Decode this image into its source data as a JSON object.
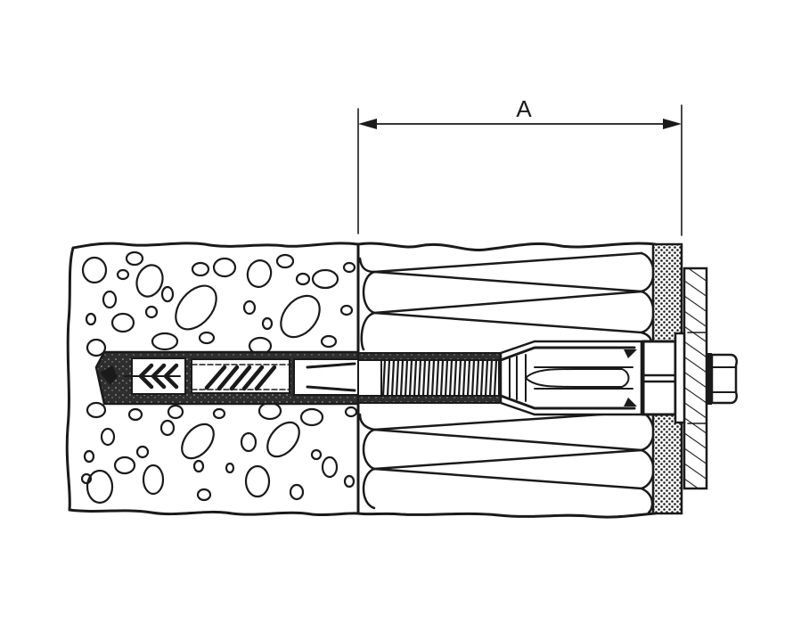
{
  "diagram": {
    "type": "technical cross-section drawing",
    "subject": "insulation anchor / fixing through thermal insulation into concrete substrate",
    "dimension": {
      "label": "A",
      "description": "distance from concrete surface to outer face of render layer"
    },
    "layers": [
      {
        "name": "concrete substrate",
        "pattern": "aggregate pebbles"
      },
      {
        "name": "insulation layer",
        "pattern": "zig-zag mineral wool"
      },
      {
        "name": "render layer",
        "pattern": "dotted fill"
      },
      {
        "name": "fixture plate",
        "pattern": "diagonal hatch"
      }
    ],
    "components": [
      {
        "name": "plastic expansion sleeve",
        "location": "drilled hole in concrete"
      },
      {
        "name": "threaded rod",
        "location": "through insulation"
      },
      {
        "name": "spreading cone sleeve",
        "location": "outer end of insulation"
      },
      {
        "name": "spacer / washer",
        "location": "at render surface"
      },
      {
        "name": "hex nut",
        "location": "outside fixture plate"
      }
    ],
    "colors": {
      "ink": "#1a1a1a",
      "background": "#ffffff",
      "sleeve_fill": "#3a3a3a"
    }
  }
}
